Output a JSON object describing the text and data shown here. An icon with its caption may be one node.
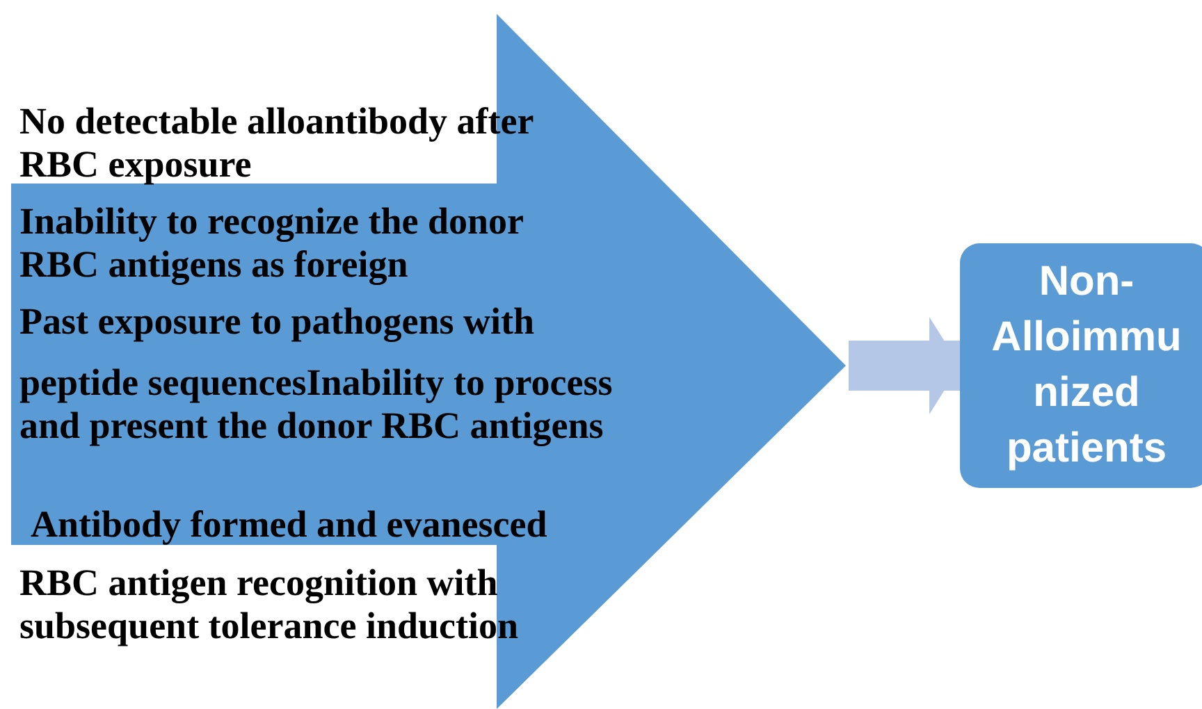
{
  "diagram": {
    "nodes": [
      {
        "text": [
          "No detectable alloantibody after RBC exposure",
          "Inability to recognize the donor RBC antigens as foreign",
          "Past exposure to pathogens with",
          "peptide sequencesInability to process and present the donor RBC antigens",
          "Antibody formed and evanesced",
          "RBC antigen recognition with subsequent tolerance induction"
        ]
      },
      {
        "text": [
          "Non-Alloimmunized patients"
        ]
      }
    ],
    "edges": [
      {
        "from": 0,
        "to": 1,
        "arrow": "to"
      }
    ]
  }
}
